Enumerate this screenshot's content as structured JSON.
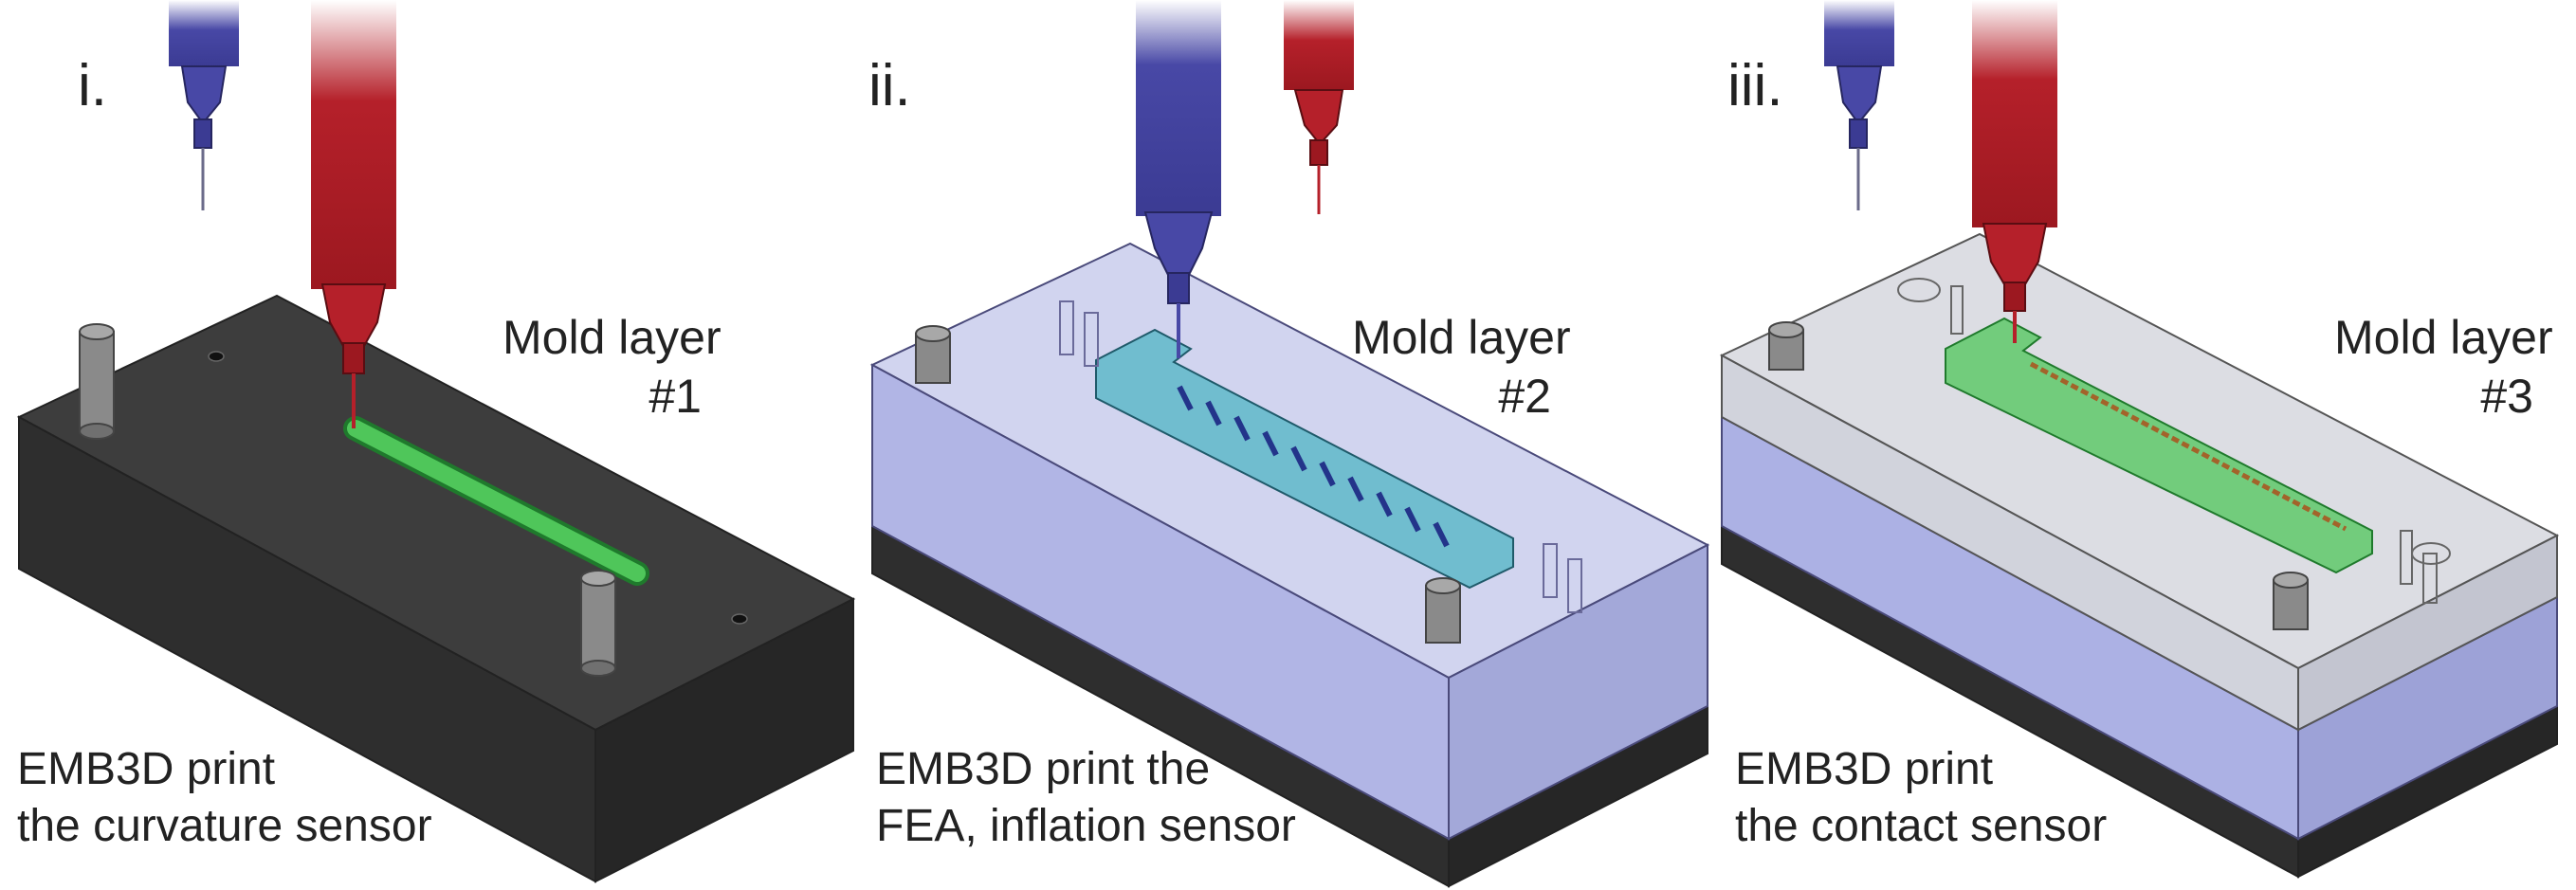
{
  "panels": [
    {
      "numeral": "i.",
      "layer_label": "Mold layer",
      "layer_number": "#1",
      "caption_line1": "EMB3D print",
      "caption_line2": "the curvature sensor"
    },
    {
      "numeral": "ii.",
      "layer_label": "Mold layer",
      "layer_number": "#2",
      "caption_line1": "EMB3D print the",
      "caption_line2": "FEA, inflation sensor"
    },
    {
      "numeral": "iii.",
      "layer_label": "Mold layer",
      "layer_number": "#3",
      "caption_line1": "EMB3D print",
      "caption_line2": "the contact sensor"
    }
  ],
  "colors": {
    "mold_dark": "#3a3a3a",
    "translucent_blue": "#9da3df",
    "translucent_grey": "#c9cbd6",
    "sensor_green": "#4fc65a",
    "syringe_red": "#b5202a",
    "syringe_blue": "#4848a6"
  }
}
